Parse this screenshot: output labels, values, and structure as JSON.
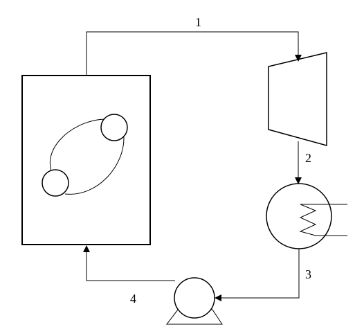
{
  "diagram": {
    "labels": {
      "state_1": "1",
      "state_2": "2",
      "state_3": "3",
      "state_4": "4"
    },
    "colors": {
      "stroke": "#000000",
      "background": "#ffffff"
    }
  }
}
